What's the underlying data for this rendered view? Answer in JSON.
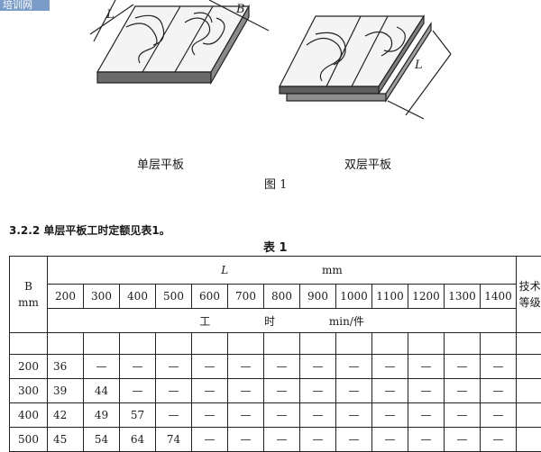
{
  "header": {
    "logo_text": "培训网"
  },
  "figure": {
    "left_caption": "单层平板",
    "right_caption": "双层平板",
    "figure_label": "图 1",
    "dim_L": "L",
    "dim_B": "B"
  },
  "section": {
    "heading": "3.2.2  单层平板工时定额见表1。"
  },
  "table": {
    "title": "表 1",
    "b_label": "B",
    "b_unit": "mm",
    "l_label": "L",
    "l_unit": "mm",
    "skill_label": [
      "技术",
      "等级"
    ],
    "time_label": [
      "工",
      "时",
      "min/件"
    ],
    "columns": [
      "200",
      "300",
      "400",
      "500",
      "600",
      "700",
      "800",
      "900",
      "1000",
      "1100",
      "1200",
      "1300",
      "1400"
    ],
    "rows": [
      {
        "b": "200",
        "values": [
          "36",
          "—",
          "—",
          "—",
          "—",
          "—",
          "—",
          "—",
          "—",
          "—",
          "—",
          "—",
          "—"
        ]
      },
      {
        "b": "300",
        "values": [
          "39",
          "44",
          "—",
          "—",
          "—",
          "—",
          "—",
          "—",
          "—",
          "—",
          "—",
          "—",
          "—"
        ]
      },
      {
        "b": "400",
        "values": [
          "42",
          "49",
          "57",
          "—",
          "—",
          "—",
          "—",
          "—",
          "—",
          "—",
          "—",
          "—",
          "—"
        ]
      },
      {
        "b": "500",
        "values": [
          "45",
          "54",
          "64",
          "74",
          "—",
          "—",
          "—",
          "—",
          "—",
          "—",
          "—",
          "—",
          "—"
        ]
      }
    ]
  }
}
